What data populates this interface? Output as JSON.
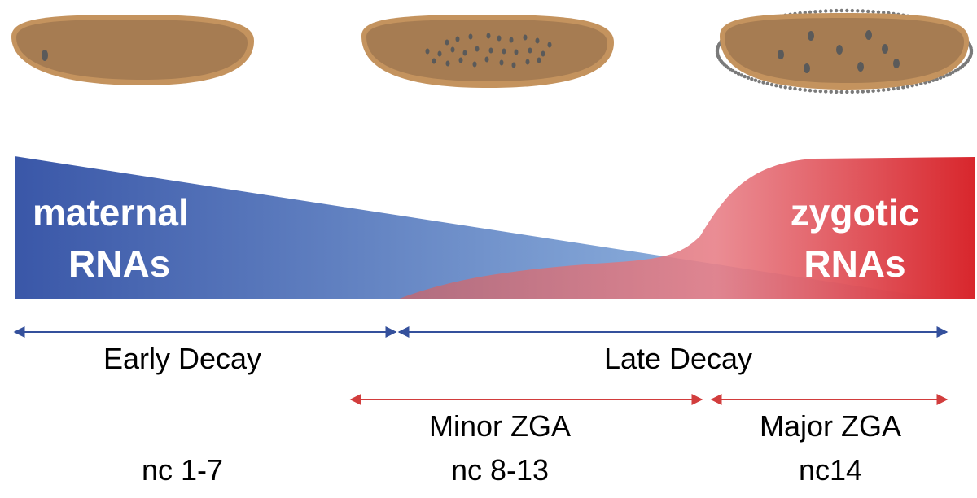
{
  "colors": {
    "maternal_blue": "#3a57a8",
    "maternal_light": "#a8cdee",
    "zygotic_red": "#d8262c",
    "zygotic_light": "#f2a0a4",
    "embryo_fill": "#a67c52",
    "embryo_edge": "#c4935e",
    "nucleus": "#5a5a5a",
    "decay_arrow": "#34509c",
    "zga_arrow": "#d23d3d",
    "cilia": "#7a7a7a"
  },
  "embryos": [
    {
      "stage": "early",
      "icon": "embryo-single-nucleus"
    },
    {
      "stage": "syncytial",
      "icon": "embryo-many-nuclei"
    },
    {
      "stage": "cellularization",
      "icon": "embryo-cellularizing"
    }
  ],
  "maternal": {
    "line1": "maternal",
    "line2": "RNAs"
  },
  "zygotic": {
    "line1": "zygotic",
    "line2": "RNAs"
  },
  "decay": {
    "early": "Early Decay",
    "late": "Late Decay"
  },
  "zga": {
    "minor": "Minor ZGA",
    "major": "Major ZGA"
  },
  "stages": {
    "early": "nc 1-7",
    "minor": "nc 8-13",
    "major": "nc14"
  }
}
